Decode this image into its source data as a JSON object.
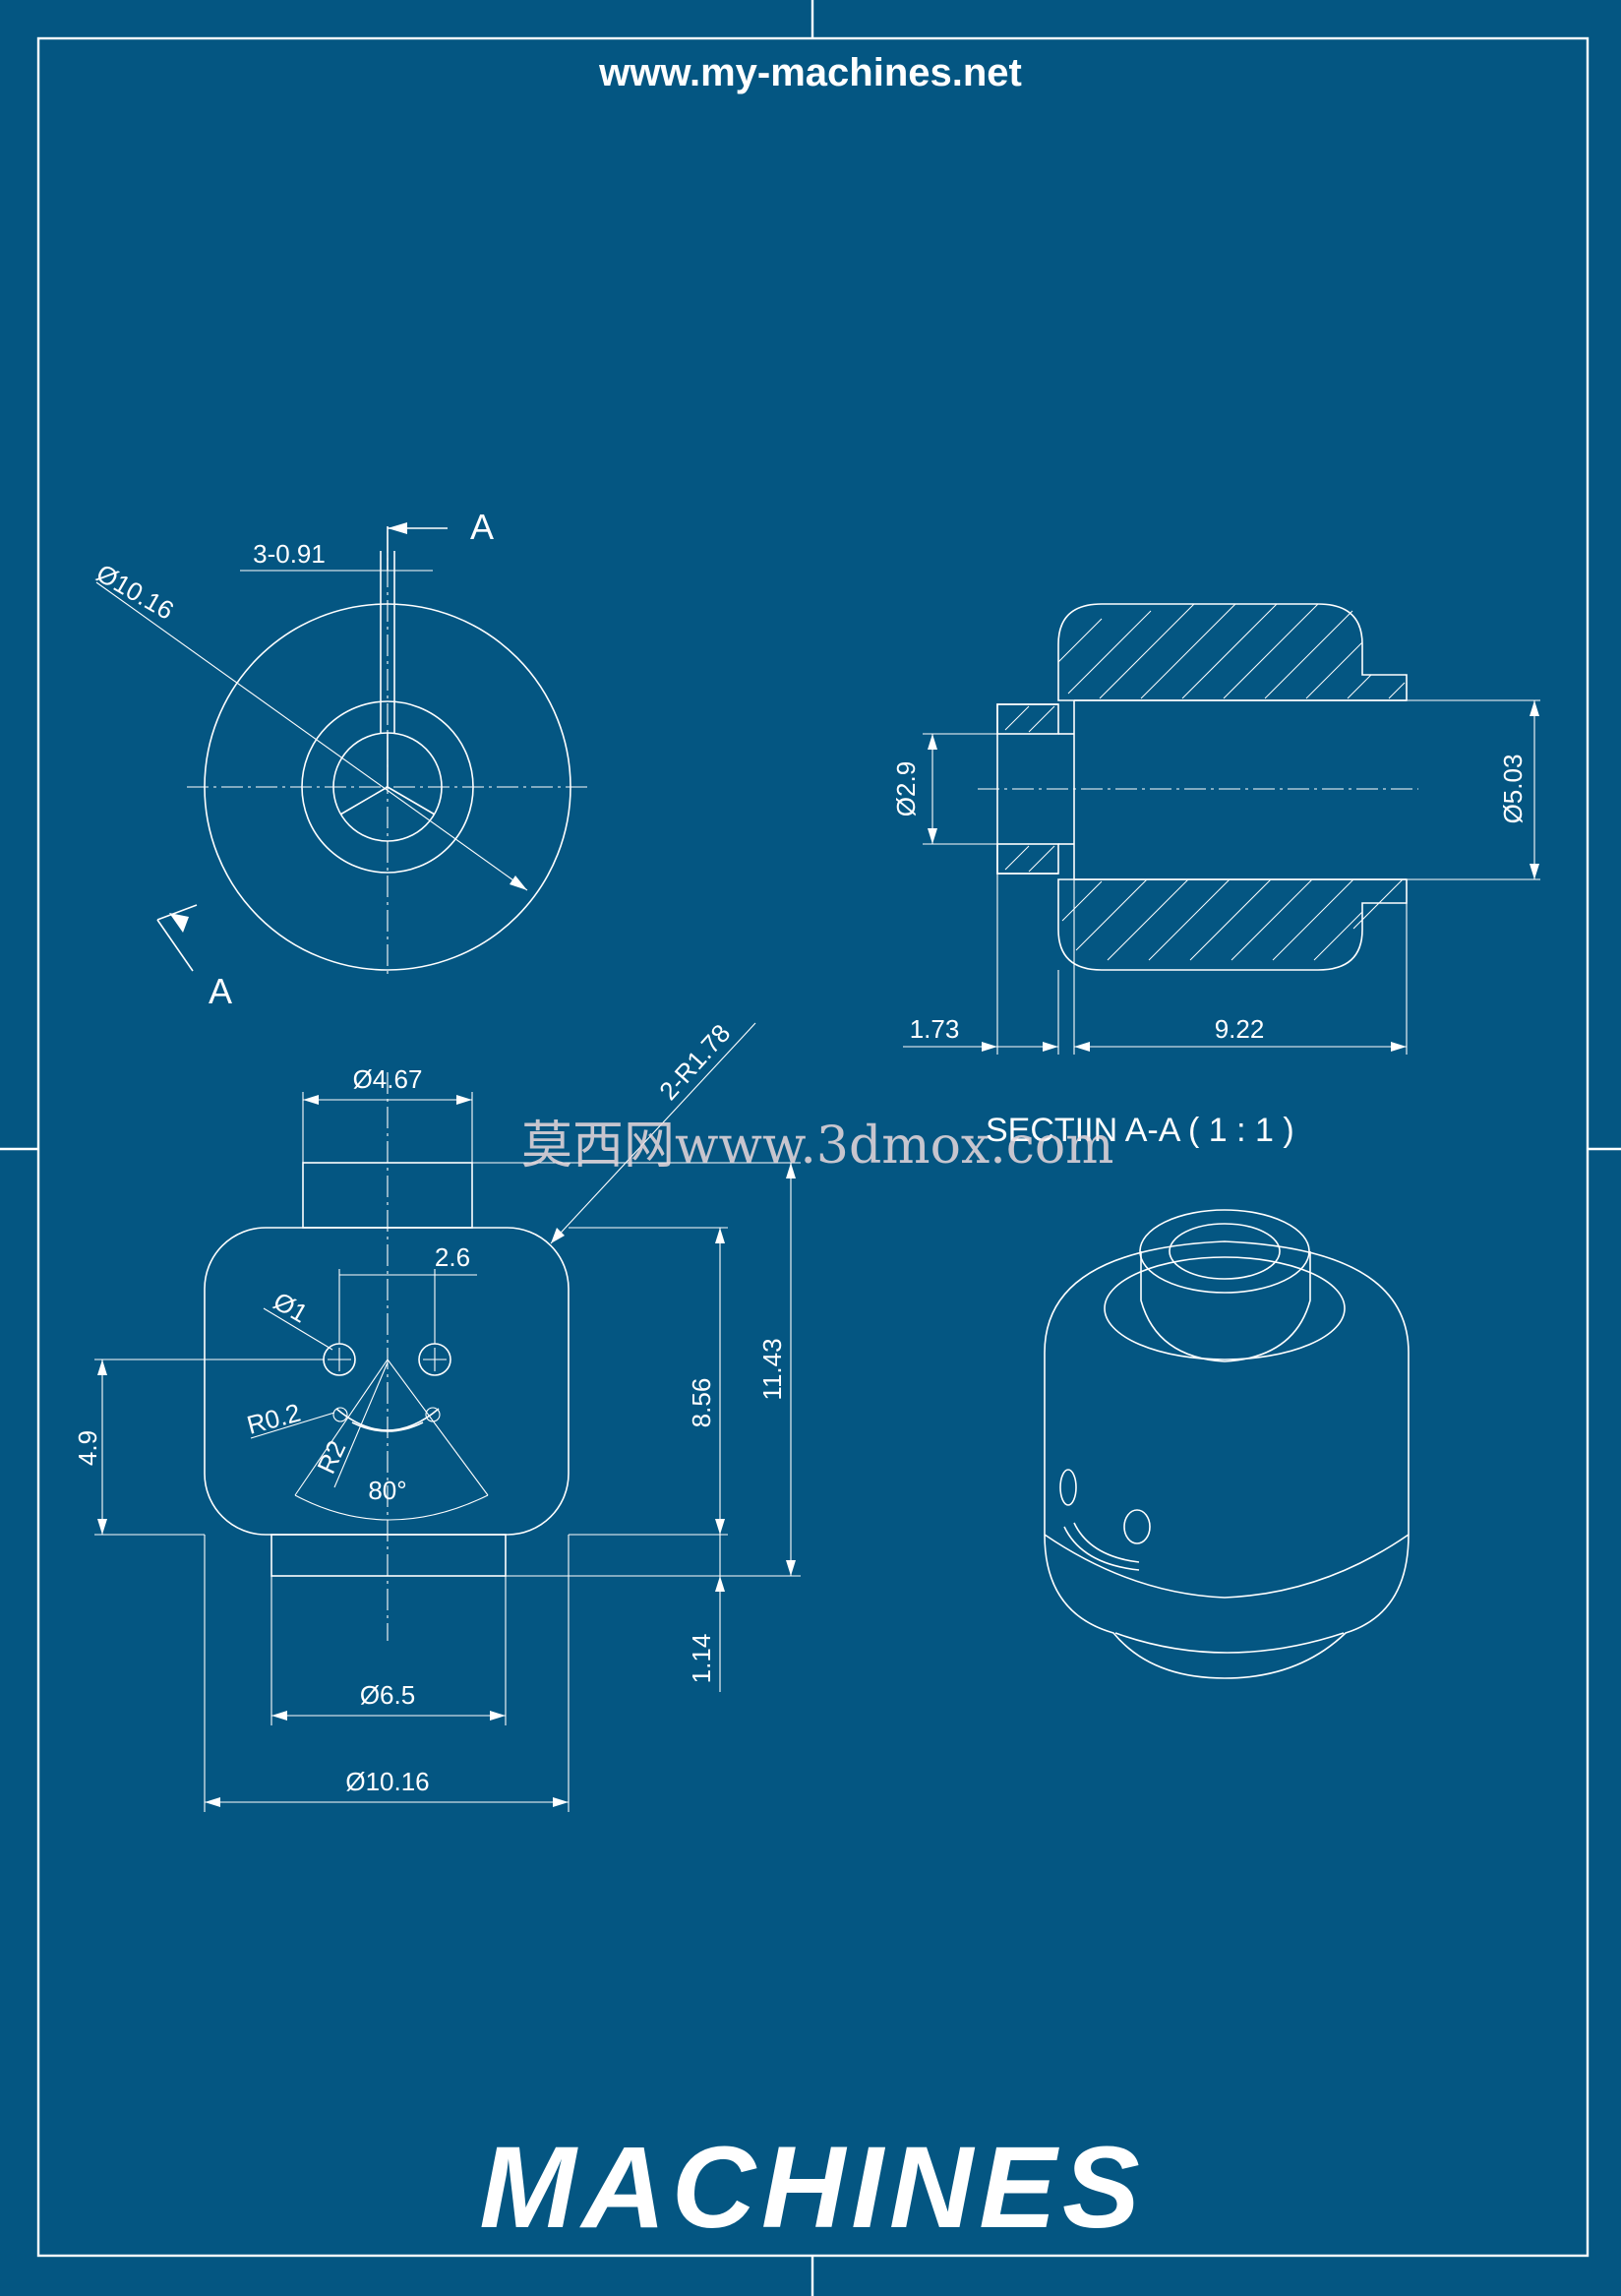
{
  "header": {
    "website": "www.my-machines.net"
  },
  "brand": {
    "logo_text": "MACHINES"
  },
  "watermark": {
    "text": "莫西网www.3dmox.com"
  },
  "colors": {
    "background": "#045682",
    "lines": "#ffffff"
  },
  "section": {
    "caption": "SECTIIN A-A ( 1 : 1 )",
    "marker": "A"
  },
  "top_view": {
    "dim_width": "3-0.91",
    "dim_outer": "Ø10.16"
  },
  "section_view": {
    "dim_bore_small": "Ø2.9",
    "dim_bore_large": "Ø5.03",
    "dim_len_small": "1.73",
    "dim_len_large": "9.22"
  },
  "front_view": {
    "dim_top_boss": "Ø4.67",
    "dim_corner_radius": "2-R1.78",
    "dim_hole_spacing": "2.6",
    "dim_hole_dia": "Ø1",
    "dim_slot_radius_small": "R0.2",
    "dim_slot_radius": "R2",
    "dim_slot_angle": "80°",
    "dim_hole_height": "4.9",
    "dim_body_height": "8.56",
    "dim_total_height": "11.43",
    "dim_bottom_step": "1.14",
    "dim_bottom_boss": "Ø6.5",
    "dim_body_dia": "Ø10.16"
  }
}
